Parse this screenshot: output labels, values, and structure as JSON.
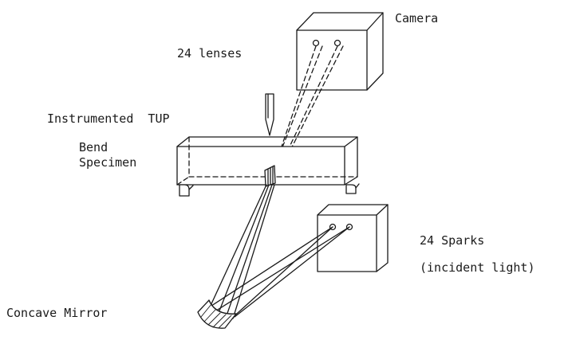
{
  "labels": {
    "camera": "Camera",
    "lenses": "24 lenses",
    "tup": "Instrumented  TUP",
    "bend": "Bend",
    "specimen": "Specimen",
    "sparks": "24 Sparks",
    "incident": "(incident light)",
    "mirror": "Concave Mirror"
  },
  "colors": {
    "ink": "#1a1a1a",
    "background": "#ffffff"
  }
}
